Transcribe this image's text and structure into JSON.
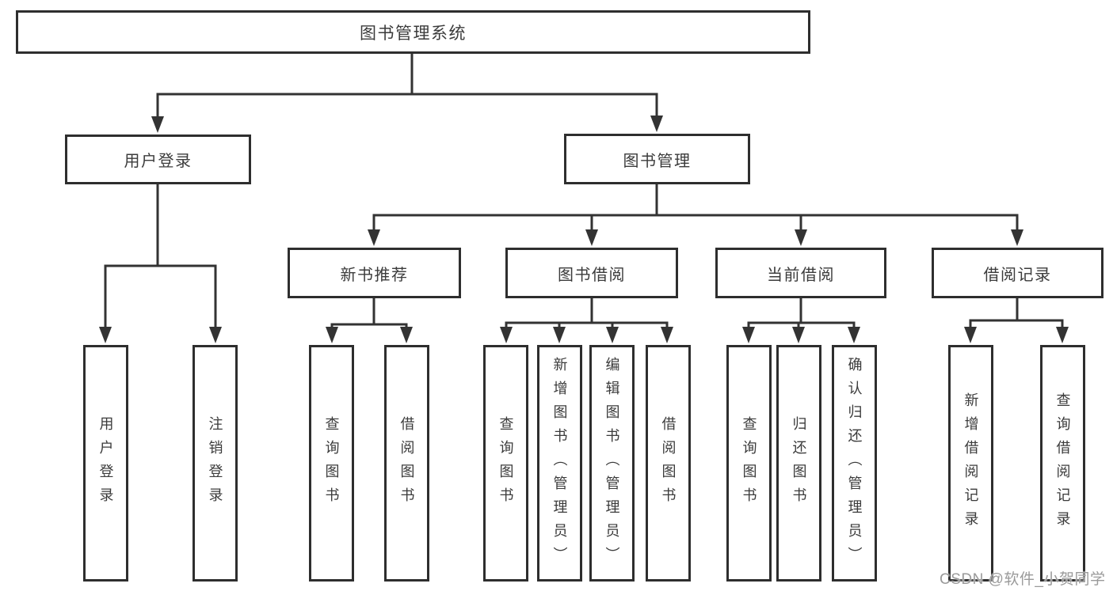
{
  "diagram": {
    "type": "hierarchy",
    "tree": {
      "root": {
        "label": "图书管理系统"
      },
      "branches": [
        {
          "label": "用户登录",
          "children": [
            {
              "label": "用户登录"
            },
            {
              "label": "注销登录"
            }
          ]
        },
        {
          "label": "图书管理",
          "children": [
            {
              "label": "新书推荐",
              "children": [
                {
                  "label": "查询图书"
                },
                {
                  "label": "借阅图书"
                }
              ]
            },
            {
              "label": "图书借阅",
              "children": [
                {
                  "label": "查询图书"
                },
                {
                  "label": "新增图书（管理员）"
                },
                {
                  "label": "编辑图书（管理员）"
                },
                {
                  "label": "借阅图书"
                }
              ]
            },
            {
              "label": "当前借阅",
              "children": [
                {
                  "label": "查询图书"
                },
                {
                  "label": "归还图书"
                },
                {
                  "label": "确认归还（管理员）"
                }
              ]
            },
            {
              "label": "借阅记录",
              "children": [
                {
                  "label": "新增借阅记录"
                },
                {
                  "label": "查询借阅记录"
                }
              ]
            }
          ]
        }
      ]
    },
    "colors": {
      "line": "#333333",
      "box_border": "#2e2e2e",
      "text": "#3b3b3b",
      "background": "#ffffff",
      "watermark": "#9a9a9a"
    }
  },
  "watermark": {
    "text": "CSDN @软件_小贺同学"
  }
}
